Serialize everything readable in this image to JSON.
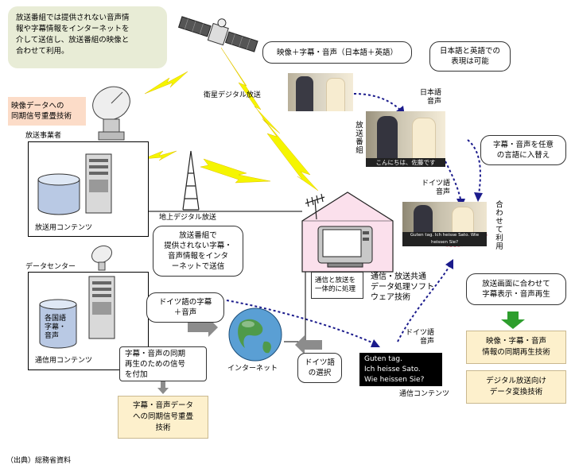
{
  "top_note": {
    "lines": [
      "放送番組では提供されない音声情",
      "報や字幕情報をインターネットを",
      "介して送信し、放送番組の映像と",
      "合わせて利用。"
    ]
  },
  "broadcast": {
    "sync_tech_label": [
      "映像データへの",
      "同期信号重畳技術"
    ],
    "operator_label": "放送事業者",
    "contents_label": "放送用コンテンツ",
    "satellite_label": "衛星デジタル放送",
    "terrestrial_label": "地上デジタル放送"
  },
  "datacenter": {
    "label": "データセンター",
    "db_lines": [
      "各国語",
      "字幕・",
      "音声"
    ],
    "contents_label": "通信用コンテンツ"
  },
  "callouts": {
    "sat_content": "映像＋字幕・音声（日本語＋英語）",
    "jp_en": [
      "日本語と英語での",
      "表現は可能"
    ],
    "switch_lang": [
      "字幕・音声を任意",
      "の言語に入替え"
    ],
    "net_send": [
      "放送番組で",
      "提供されない字幕・",
      "音声情報をインタ",
      "ーネットで送信"
    ],
    "german": [
      "ドイツ語の字幕",
      "＋音声"
    ],
    "sync_play": [
      "放送画面に合わせて",
      "字幕表示・音声再生"
    ]
  },
  "labels": {
    "jp_audio": [
      "日本語",
      "音声"
    ],
    "program": "放送番組",
    "de_audio1": [
      "ドイツ語",
      "音声"
    ],
    "de_audio2": [
      "ドイツ語",
      "音声"
    ],
    "combined_use": "合わせて利用",
    "unified": [
      "通信と放送を",
      "一体的に処理"
    ],
    "common_sw": [
      "通信・放送共通",
      "データ処理ソフト",
      "ウェア技術"
    ],
    "internet": "インターネット",
    "select_de": [
      "ドイツ語",
      "の選択"
    ],
    "sync_signal": [
      "字幕・音声の同期",
      "再生のための信号",
      "を付加"
    ],
    "comm_contents": "通信コンテンツ",
    "source": "（出典）総務省資料"
  },
  "subtitles": {
    "jp": "こんにちは、佐藤です",
    "de_tv": "Guten tag. Ich heisse Sato. Wie heissen Sie?"
  },
  "comm_box": {
    "lines": [
      "Guten tag.",
      "Ich heisse Sato.",
      "Wie heissen Sie?"
    ]
  },
  "tech_boxes": {
    "sync_reproduce": [
      "映像・字幕・音声",
      "情報の同期再生技術"
    ],
    "convert": [
      "デジタル放送向け",
      "データ変換技術"
    ],
    "superimpose": [
      "字幕・音声データ",
      "への同期信号重畳",
      "技術"
    ]
  },
  "colors": {
    "lightning": "#f5f500",
    "note": "#e8ecd6",
    "tech": "#fdf0cc",
    "arrow_blue": "#1b1b8c",
    "green_arrow": "#2e9e2e"
  }
}
